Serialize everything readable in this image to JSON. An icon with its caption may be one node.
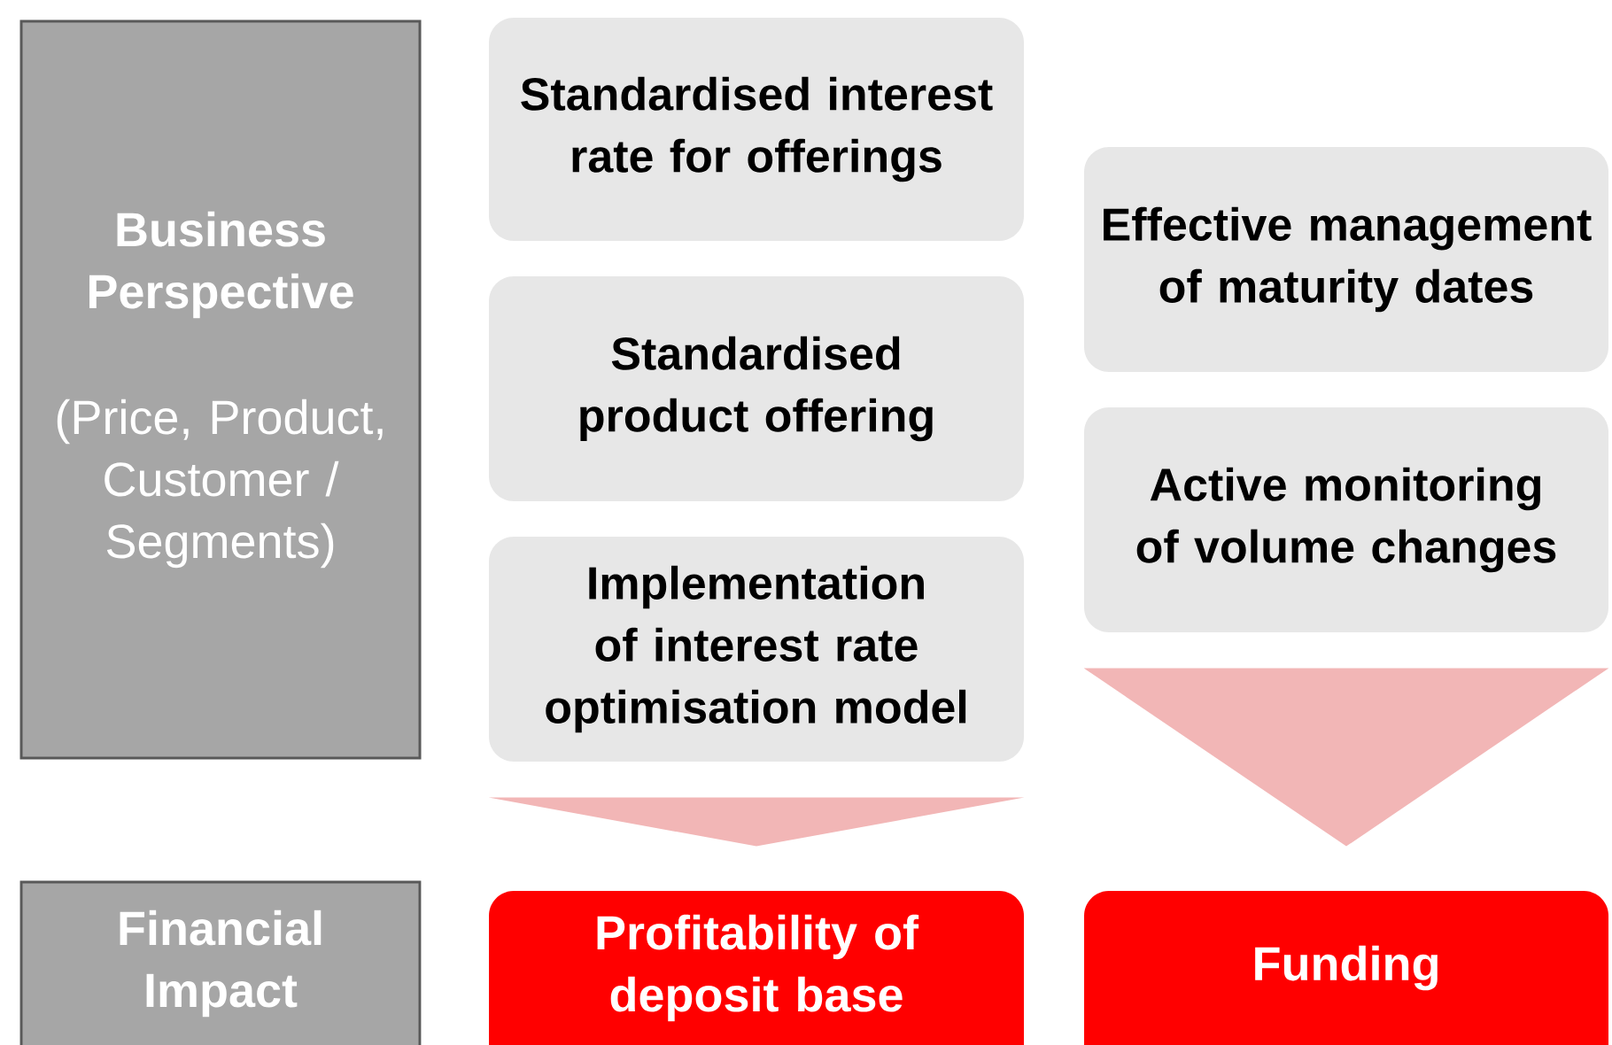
{
  "diagram": {
    "nodes": [
      {
        "text": [
          "Business Perspective",
          "(Price, Product, Customer / Segments)"
        ]
      },
      {
        "text": [
          "Standardised interest rate for offerings"
        ]
      },
      {
        "text": [
          "Standardised product offering"
        ]
      },
      {
        "text": [
          "Implementation of interest rate optimisation model"
        ]
      },
      {
        "text": [
          "Effective management of maturity dates"
        ]
      },
      {
        "text": [
          "Active monitoring of volume changes"
        ]
      },
      {
        "text": [
          "Financial Impact"
        ]
      },
      {
        "text": [
          "Profitability of deposit base"
        ]
      },
      {
        "text": [
          "Funding"
        ]
      }
    ],
    "edges": [
      {
        "from": 3,
        "to": 7,
        "arrow": "to"
      },
      {
        "from": 5,
        "to": 8,
        "arrow": "to"
      }
    ]
  }
}
